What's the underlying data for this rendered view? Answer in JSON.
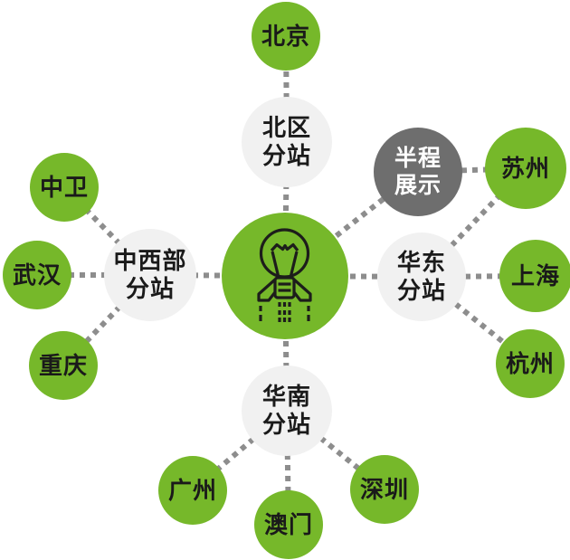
{
  "diagram": {
    "type": "hub-and-spoke network",
    "colors": {
      "city_fill": "#76b82a",
      "branch_fill": "#f1f1f1",
      "highlight_fill": "#6e6e6e",
      "hub_fill": "#76b82a",
      "text_dark": "#1a1a1a",
      "text_light": "#ffffff",
      "dash_line": "#8d8d8d",
      "icon_stroke": "#1d1d1b"
    },
    "nodes": [
      {
        "id": "hub",
        "type": "hub",
        "icon": "lightbulb-rocket-icon",
        "label": "",
        "lines": []
      },
      {
        "id": "beijing",
        "type": "city",
        "label": "北京",
        "lines": [
          "北京"
        ]
      },
      {
        "id": "north",
        "type": "branch",
        "label": "北区分站",
        "lines": [
          "北区",
          "分站"
        ]
      },
      {
        "id": "half",
        "type": "highlight",
        "label": "半程展示",
        "lines": [
          "半程",
          "展示"
        ]
      },
      {
        "id": "suzhou",
        "type": "city",
        "label": "苏州",
        "lines": [
          "苏州"
        ]
      },
      {
        "id": "east",
        "type": "branch",
        "label": "华东分站",
        "lines": [
          "华东",
          "分站"
        ]
      },
      {
        "id": "shanghai",
        "type": "city",
        "label": "上海",
        "lines": [
          "上海"
        ]
      },
      {
        "id": "hangzhou",
        "type": "city",
        "label": "杭州",
        "lines": [
          "杭州"
        ]
      },
      {
        "id": "midwest",
        "type": "branch",
        "label": "中西部分站",
        "lines": [
          "中西部",
          "分站"
        ]
      },
      {
        "id": "zhongwei",
        "type": "city",
        "label": "中卫",
        "lines": [
          "中卫"
        ]
      },
      {
        "id": "wuhan",
        "type": "city",
        "label": "武汉",
        "lines": [
          "武汉"
        ]
      },
      {
        "id": "chongqing",
        "type": "city",
        "label": "重庆",
        "lines": [
          "重庆"
        ]
      },
      {
        "id": "south",
        "type": "branch",
        "label": "华南分站",
        "lines": [
          "华南",
          "分站"
        ]
      },
      {
        "id": "guangzhou",
        "type": "city",
        "label": "广州",
        "lines": [
          "广州"
        ]
      },
      {
        "id": "macau",
        "type": "city",
        "label": "澳门",
        "lines": [
          "澳门"
        ]
      },
      {
        "id": "shenzhen",
        "type": "city",
        "label": "深圳",
        "lines": [
          "深圳"
        ]
      }
    ],
    "edges": [
      {
        "from": "hub",
        "to": "north"
      },
      {
        "from": "north",
        "to": "beijing"
      },
      {
        "from": "hub",
        "to": "half"
      },
      {
        "from": "half",
        "to": "suzhou"
      },
      {
        "from": "hub",
        "to": "east"
      },
      {
        "from": "east",
        "to": "suzhou"
      },
      {
        "from": "east",
        "to": "shanghai"
      },
      {
        "from": "east",
        "to": "hangzhou"
      },
      {
        "from": "hub",
        "to": "midwest"
      },
      {
        "from": "midwest",
        "to": "zhongwei"
      },
      {
        "from": "midwest",
        "to": "wuhan"
      },
      {
        "from": "midwest",
        "to": "chongqing"
      },
      {
        "from": "hub",
        "to": "south"
      },
      {
        "from": "south",
        "to": "guangzhou"
      },
      {
        "from": "south",
        "to": "macau"
      },
      {
        "from": "south",
        "to": "shenzhen"
      }
    ]
  }
}
